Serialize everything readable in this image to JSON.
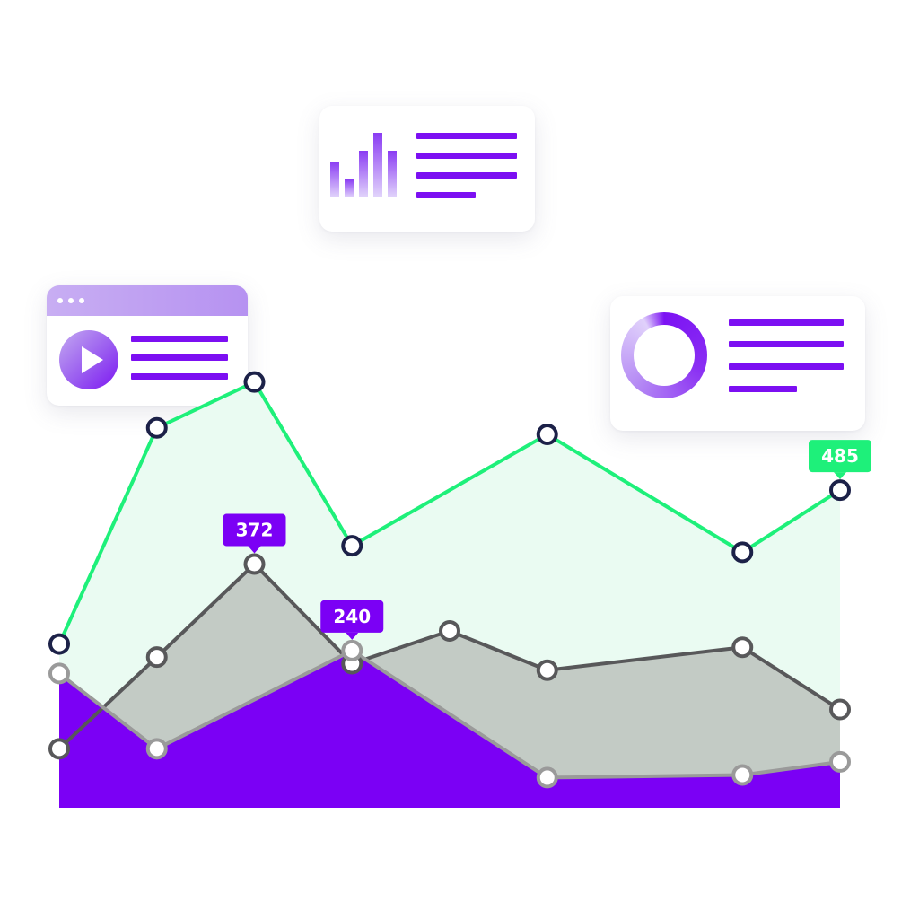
{
  "colors": {
    "accent_green": "#1ef07a",
    "green_fill": "#eafbf2",
    "gray_line": "#58585a",
    "gray_fill": "#c3cbc5",
    "purple": "#7b00f5",
    "point_outline_dark": "#1c2148",
    "point_outline_light": "#9a9a9a",
    "card_lines": "#7c0ff2"
  },
  "icons": {
    "video_card": "play-icon",
    "stats_card": "bar-chart-icon",
    "donut_card": "donut-chart-icon"
  },
  "chart_data": {
    "type": "area",
    "x": [
      1,
      2,
      3,
      4,
      5,
      6,
      7,
      8,
      9,
      10
    ],
    "ylim": [
      0,
      740
    ],
    "grid": false,
    "legend": "none",
    "series": [
      {
        "role": "green-line",
        "x": [
          1,
          2,
          3,
          4,
          6,
          8,
          9
        ],
        "values": [
          250,
          580,
          650,
          400,
          570,
          390,
          485
        ]
      },
      {
        "role": "gray-area",
        "x": [
          1,
          2,
          3,
          4,
          5,
          6,
          8,
          9
        ],
        "values": [
          90,
          230,
          372,
          220,
          270,
          210,
          245,
          150
        ]
      },
      {
        "role": "purple-area",
        "x": [
          1,
          2,
          4,
          6,
          8,
          9
        ],
        "values": [
          205,
          90,
          240,
          46,
          50,
          70
        ]
      }
    ],
    "callouts": [
      {
        "series": "gray-area",
        "index": 2,
        "label": "372"
      },
      {
        "series": "purple-area",
        "index": 2,
        "label": "240"
      },
      {
        "series": "green-line",
        "index": 6,
        "label": "485"
      }
    ]
  }
}
